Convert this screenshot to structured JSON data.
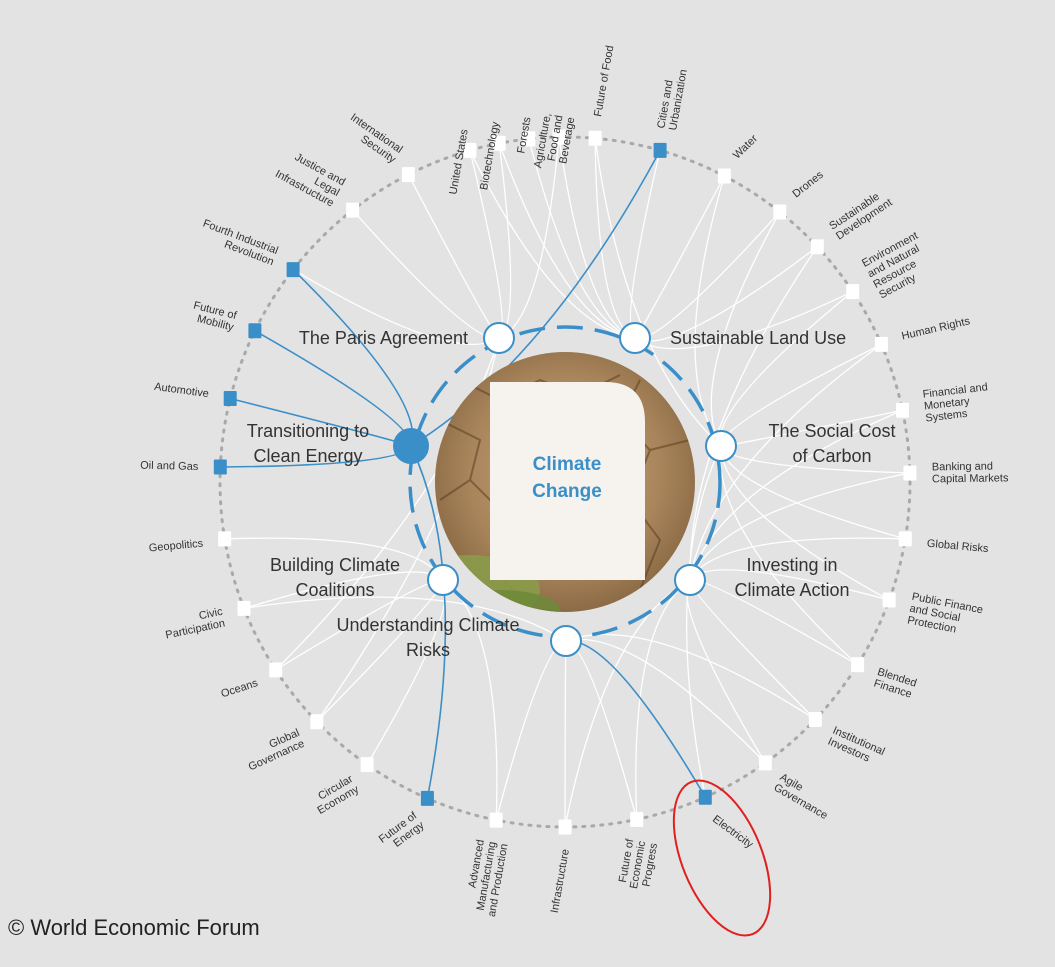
{
  "center": {
    "title_line1": "Climate",
    "title_line2": "Change"
  },
  "key_issues": [
    {
      "id": "paris",
      "lines": [
        "The Paris Agreement"
      ],
      "filled": false
    },
    {
      "id": "land",
      "lines": [
        "Sustainable Land Use"
      ],
      "filled": false
    },
    {
      "id": "carbon",
      "lines": [
        "The Social Cost",
        "of Carbon"
      ],
      "filled": false
    },
    {
      "id": "investing",
      "lines": [
        "Investing in",
        "Climate Action"
      ],
      "filled": false
    },
    {
      "id": "risks",
      "lines": [
        "Understanding Climate",
        "Risks"
      ],
      "filled": false
    },
    {
      "id": "coalitions",
      "lines": [
        "Building Climate",
        "Coalitions"
      ],
      "filled": false
    },
    {
      "id": "energy",
      "lines": [
        "Transitioning to",
        "Clean Energy"
      ],
      "filled": true
    }
  ],
  "topics": [
    {
      "lines": [
        "Cities and",
        "Urbanization"
      ],
      "highlighted": true
    },
    {
      "lines": [
        "Water"
      ],
      "highlighted": false
    },
    {
      "lines": [
        "Drones"
      ],
      "highlighted": false
    },
    {
      "lines": [
        "Sustainable",
        "Development"
      ],
      "highlighted": false
    },
    {
      "lines": [
        "Environment",
        "and Natural",
        "Resource",
        "Security"
      ],
      "highlighted": false
    },
    {
      "lines": [
        "Human Rights"
      ],
      "highlighted": false
    },
    {
      "lines": [
        "Financial and",
        "Monetary",
        "Systems"
      ],
      "highlighted": false
    },
    {
      "lines": [
        "Banking and",
        "Capital Markets"
      ],
      "highlighted": false
    },
    {
      "lines": [
        "Global Risks"
      ],
      "highlighted": false
    },
    {
      "lines": [
        "Public Finance",
        "and Social",
        "Protection"
      ],
      "highlighted": false
    },
    {
      "lines": [
        "Blended",
        "Finance"
      ],
      "highlighted": false
    },
    {
      "lines": [
        "Institutional",
        "Investors"
      ],
      "highlighted": false
    },
    {
      "lines": [
        "Agile",
        "Governance"
      ],
      "highlighted": false
    },
    {
      "lines": [
        "Electricity"
      ],
      "highlighted": true
    },
    {
      "lines": [
        "Future of",
        "Economic",
        "Progress"
      ],
      "highlighted": false
    },
    {
      "lines": [
        "Infrastructure"
      ],
      "highlighted": false
    },
    {
      "lines": [
        "Advanced",
        "Manufacturing",
        "and Production"
      ],
      "highlighted": false
    },
    {
      "lines": [
        "Future of",
        "Energy"
      ],
      "highlighted": true
    },
    {
      "lines": [
        "Circular",
        "Economy"
      ],
      "highlighted": false
    },
    {
      "lines": [
        "Global",
        "Governance"
      ],
      "highlighted": false
    },
    {
      "lines": [
        "Oceans"
      ],
      "highlighted": false
    },
    {
      "lines": [
        "Civic",
        "Participation"
      ],
      "highlighted": false
    },
    {
      "lines": [
        "Geopolitics"
      ],
      "highlighted": false
    },
    {
      "lines": [
        "Oil and Gas"
      ],
      "highlighted": true
    },
    {
      "lines": [
        "Automotive"
      ],
      "highlighted": true
    },
    {
      "lines": [
        "Future of",
        "Mobility"
      ],
      "highlighted": true
    },
    {
      "lines": [
        "Fourth Industrial",
        "Revolution"
      ],
      "highlighted": true
    },
    {
      "lines": [
        "Justice and",
        "Legal",
        "Infrastructure"
      ],
      "highlighted": false
    },
    {
      "lines": [
        "International",
        "Security"
      ],
      "highlighted": false
    },
    {
      "lines": [
        "United States"
      ],
      "highlighted": false
    },
    {
      "lines": [
        "Biotechnology"
      ],
      "highlighted": false
    },
    {
      "lines": [
        "Forests"
      ],
      "highlighted": false
    },
    {
      "lines": [
        "Agriculture,",
        "Food and",
        "Beverage"
      ],
      "highlighted": false
    },
    {
      "lines": [
        "Future of Food"
      ],
      "highlighted": false
    }
  ],
  "colors": {
    "accent": "#3b8fc8",
    "link_white": "#ffffff",
    "background": "#e3e3e3",
    "annotation_red": "#e02020"
  },
  "annotation": {
    "target": "Electricity",
    "shape": "ellipse"
  },
  "footer": {
    "copyright": "© World Economic Forum"
  }
}
